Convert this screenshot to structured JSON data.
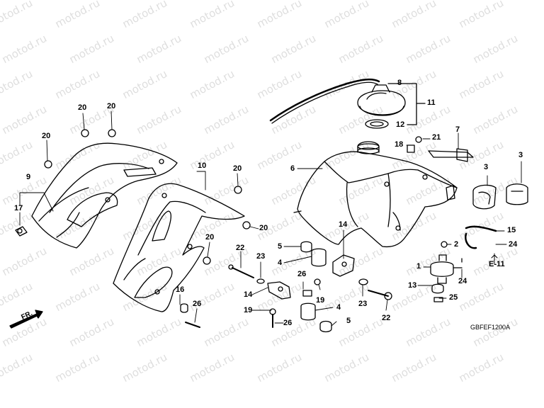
{
  "watermark": "motod.ru",
  "diagram_code": "GBFEF1200A",
  "reference": "E-11",
  "direction_label": "FR.",
  "callouts": {
    "c20a": "20",
    "c20b": "20",
    "c20c": "20",
    "c20d": "20",
    "c20e": "20",
    "c20f": "20",
    "c9": "9",
    "c17": "17",
    "c10": "10",
    "c16": "16",
    "c26a": "26",
    "c8": "8",
    "c11": "11",
    "c12": "12",
    "c7": "7",
    "c21": "21",
    "c18": "18",
    "c6": "6",
    "c3a": "3",
    "c3b": "3",
    "c15": "15",
    "c2": "2",
    "c24a": "24",
    "c1": "1",
    "c24b": "24",
    "c13": "13",
    "c25": "25",
    "c22a": "22",
    "c23a": "23",
    "c5a": "5",
    "c4a": "4",
    "c14a": "14",
    "c14b": "14",
    "c26b": "26",
    "c19a": "19",
    "c19b": "19",
    "c4b": "4",
    "c23b": "23",
    "c22b": "22",
    "c26c": "26",
    "c5b": "5"
  }
}
